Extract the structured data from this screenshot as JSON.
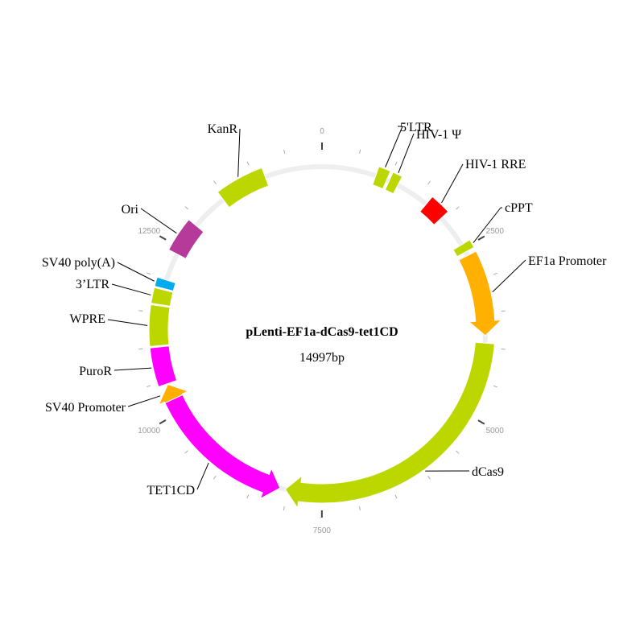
{
  "plasmid": {
    "name": "pLenti-EF1a-dCas9-tet1CD",
    "length_label": "14997bp",
    "length_bp": 14997,
    "backbone_color": "#eeeeee"
  },
  "ticks": {
    "major_labels": [
      "0",
      "2500",
      "5000",
      "7500",
      "10000",
      "12500"
    ],
    "major_values": [
      0,
      2500,
      5000,
      7500,
      10000,
      12500
    ],
    "minor_step_bp": 500
  },
  "features": [
    {
      "id": "5ltr",
      "label": "5'LTR",
      "start": 800,
      "end": 970,
      "color": "#bcd600",
      "arrow": "none"
    },
    {
      "id": "hiv1-psi",
      "label": "HIV-1 Ψ",
      "start": 1010,
      "end": 1150,
      "color": "#bcd600",
      "arrow": "none"
    },
    {
      "id": "hiv1-rre",
      "label": "HIV-1 RRE",
      "start": 1650,
      "end": 1950,
      "color": "#ff0000",
      "arrow": "none"
    },
    {
      "id": "cppt",
      "label": "cPPT",
      "start": 2440,
      "end": 2560,
      "color": "#bcd600",
      "arrow": "none"
    },
    {
      "id": "ef1a-promoter",
      "label": "EF1a Promoter",
      "start": 2620,
      "end": 3830,
      "color": "#ffb000",
      "arrow": "forward"
    },
    {
      "id": "dcas9",
      "label": "dCas9",
      "start": 3940,
      "end": 8040,
      "color": "#bcd600",
      "arrow": "forward"
    },
    {
      "id": "tet1cd",
      "label": "TET1CD",
      "start": 8120,
      "end": 10250,
      "color": "#ff00ff",
      "arrow": "reverse"
    },
    {
      "id": "sv40-promoter",
      "label": "SV40 Promoter",
      "start": 10210,
      "end": 10440,
      "color": "#ffb000",
      "arrow": "forward"
    },
    {
      "id": "puror",
      "label": "PuroR",
      "start": 10450,
      "end": 11000,
      "color": "#ff00ff",
      "arrow": "none"
    },
    {
      "id": "wpre",
      "label": "WPRE",
      "start": 11020,
      "end": 11600,
      "color": "#bcd600",
      "arrow": "none"
    },
    {
      "id": "3ltr",
      "label": "3’LTR",
      "start": 11620,
      "end": 11840,
      "color": "#bcd600",
      "arrow": "none"
    },
    {
      "id": "sv40-polya",
      "label": "SV40 poly(A)",
      "start": 11860,
      "end": 11990,
      "color": "#00aaee",
      "arrow": "none"
    },
    {
      "id": "ori",
      "label": "Ori",
      "start": 12400,
      "end": 12900,
      "color": "#b53a9a",
      "arrow": "none"
    },
    {
      "id": "kanr",
      "label": "KanR",
      "start": 13450,
      "end": 14150,
      "color": "#bcd600",
      "arrow": "none"
    }
  ]
}
